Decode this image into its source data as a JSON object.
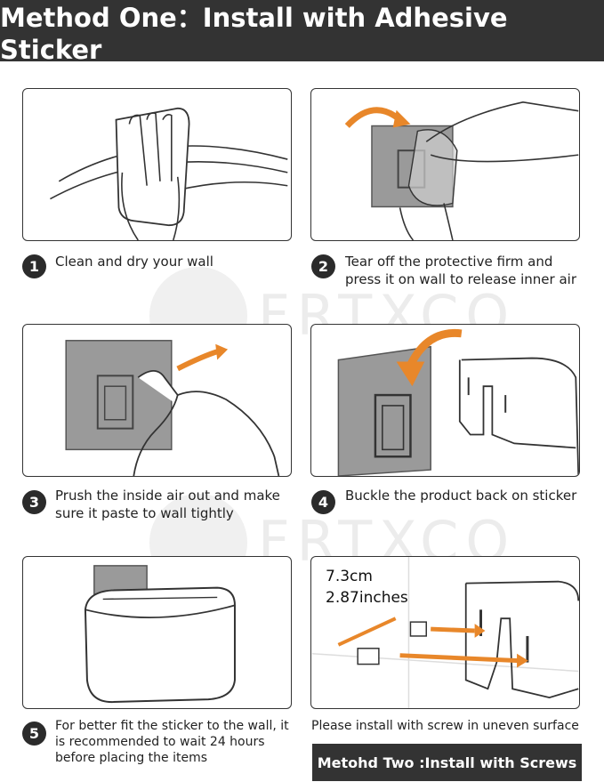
{
  "header": {
    "title": "Method One：Install with Adhesive Sticker"
  },
  "watermark": {
    "brand": "FRTXCO"
  },
  "steps": [
    {
      "number": "1",
      "lines": [
        "Clean and dry your wall"
      ]
    },
    {
      "number": "2",
      "lines": [
        "Tear off the protective firm and",
        "press it on wall to release inner air"
      ]
    },
    {
      "number": "3",
      "lines": [
        "Prush the inside air out and make",
        "sure it paste to wall tightly"
      ]
    },
    {
      "number": "4",
      "lines": [
        "Buckle the product back on sticker"
      ]
    },
    {
      "number": "5",
      "lines": [
        "For better fit the sticker to the wall, it",
        "is recommended to wait 24 hours",
        "before placing the items"
      ]
    }
  ],
  "method_two": {
    "measure_cm": "7.3cm",
    "measure_in": "2.87inches",
    "note": "Please install with screw in uneven surface",
    "title": "Metohd Two :Install with Screws"
  },
  "colors": {
    "dark": "#333333",
    "arrow": "#E8872A",
    "sticker": "#9A9A9A"
  }
}
